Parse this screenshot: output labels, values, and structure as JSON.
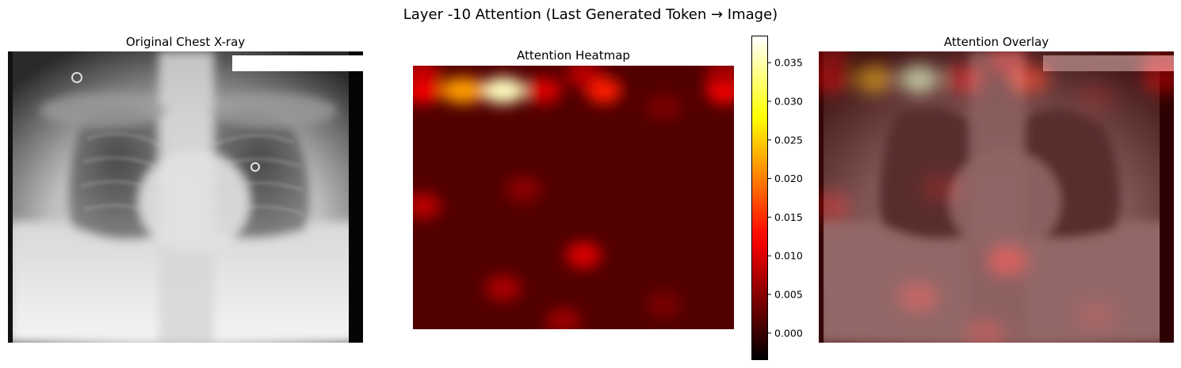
{
  "figure": {
    "suptitle": "Layer -10 Attention (Last Generated Token → Image)"
  },
  "panels": {
    "original": {
      "title": "Original Chest X-ray"
    },
    "heatmap": {
      "title": "Attention Heatmap"
    },
    "overlay": {
      "title": "Attention Overlay"
    }
  },
  "colorbar": {
    "colormap": "hot",
    "min": -0.0035,
    "max": 0.0385,
    "ticks": [
      0.0,
      0.005,
      0.01,
      0.015,
      0.02,
      0.025,
      0.03,
      0.035
    ],
    "tick_labels": [
      "0.000",
      "0.005",
      "0.010",
      "0.015",
      "0.020",
      "0.025",
      "0.030",
      "0.035"
    ]
  },
  "chart_data": {
    "type": "heatmap",
    "title": "Attention Heatmap",
    "colormap": "hot",
    "value_range": [
      -0.0035,
      0.0385
    ],
    "grid_size": [
      16,
      16
    ],
    "description_hot_spots": [
      {
        "row": 1,
        "col": 4,
        "value": 0.036
      },
      {
        "row": 1,
        "col": 2,
        "value": 0.022
      },
      {
        "row": 1,
        "col": 0,
        "value": 0.012
      },
      {
        "row": 1,
        "col": 9,
        "value": 0.014
      },
      {
        "row": 1,
        "col": 15,
        "value": 0.012
      },
      {
        "row": 0,
        "col": 0,
        "value": 0.009
      },
      {
        "row": 0,
        "col": 8,
        "value": 0.008
      },
      {
        "row": 0,
        "col": 15,
        "value": 0.007
      },
      {
        "row": 1,
        "col": 6,
        "value": 0.01
      },
      {
        "row": 8,
        "col": 0,
        "value": 0.008
      },
      {
        "row": 11,
        "col": 8,
        "value": 0.01
      },
      {
        "row": 13,
        "col": 4,
        "value": 0.007
      },
      {
        "row": 15,
        "col": 7,
        "value": 0.006
      },
      {
        "row": 7,
        "col": 5,
        "value": 0.005
      },
      {
        "row": 14,
        "col": 12,
        "value": 0.004
      },
      {
        "row": 2,
        "col": 12,
        "value": 0.004
      }
    ],
    "base_value": 0.0015,
    "grid": false,
    "axes": "off"
  }
}
